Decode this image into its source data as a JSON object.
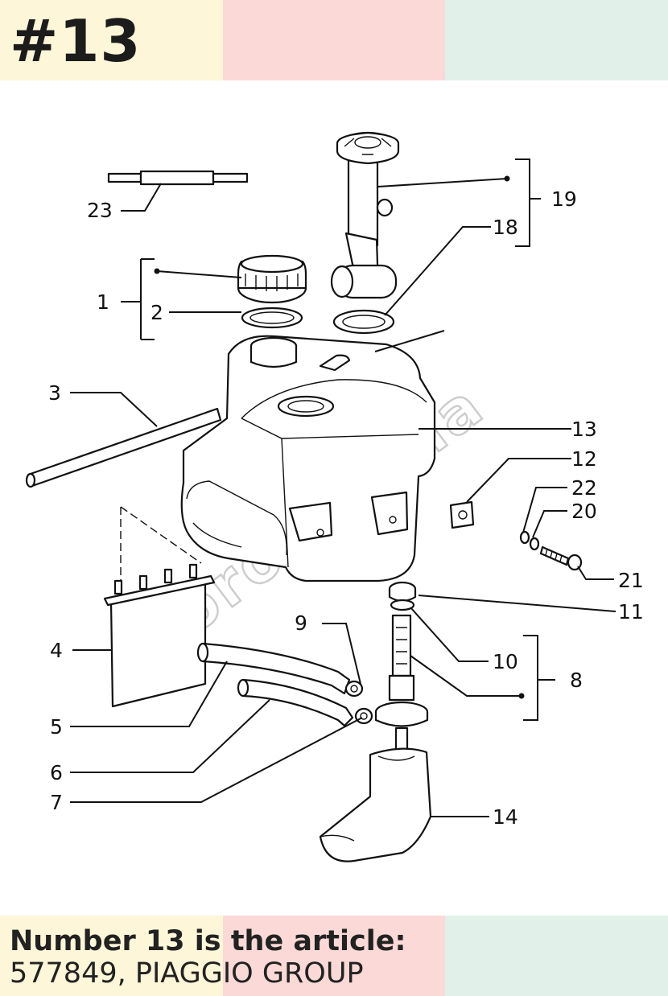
{
  "header": {
    "title": "#13"
  },
  "caption": {
    "line1": "Number 13 is the article:",
    "line2": "577849, PIAGGIO GROUP"
  },
  "colors": {
    "yellow": "#fdf6d8",
    "pink": "#fbd9d6",
    "mint": "#e1f1ea"
  },
  "watermark": "moromurcia",
  "callouts": [
    "1",
    "2",
    "3",
    "4",
    "5",
    "6",
    "7",
    "8",
    "9",
    "10",
    "11",
    "12",
    "13",
    "14",
    "18",
    "19",
    "20",
    "21",
    "22",
    "23"
  ]
}
